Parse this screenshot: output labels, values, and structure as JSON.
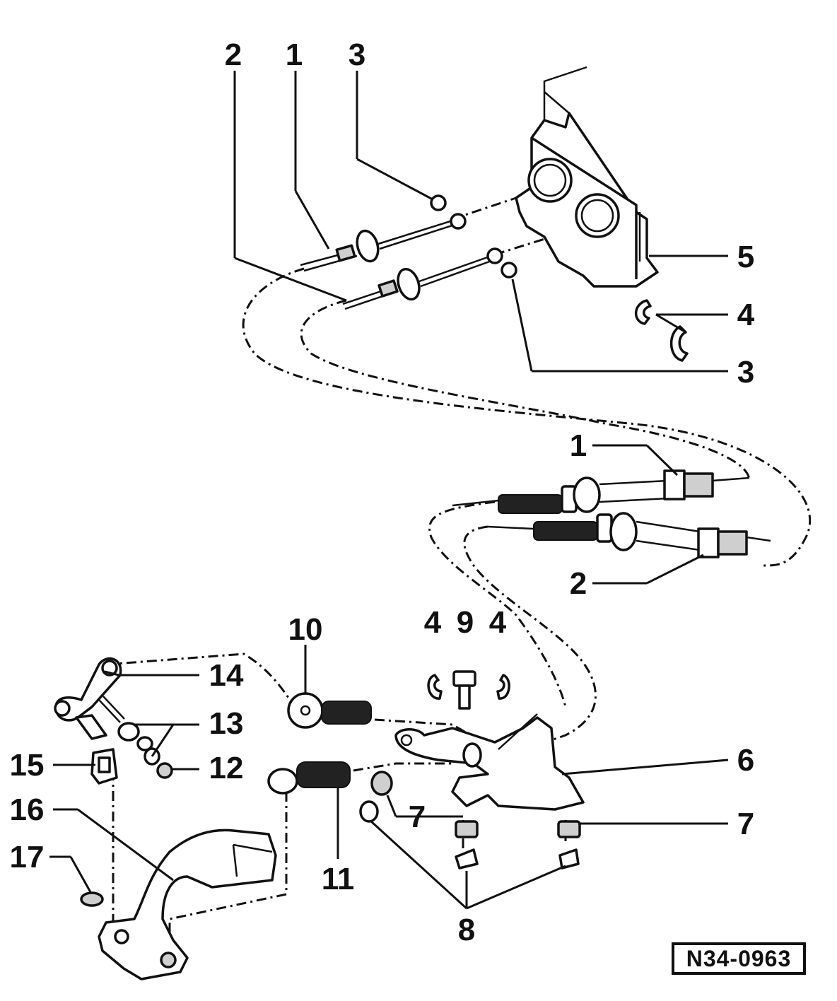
{
  "callouts": {
    "c_2_top": "2",
    "c_1_top": "1",
    "c_3_top": "3",
    "c_5": "5",
    "c_4_right": "4",
    "c_3_right": "3",
    "c_1_mid": "1",
    "c_2_mid": "2",
    "c_10": "10",
    "c_4_left": "4",
    "c_9": "9",
    "c_4_right2": "4",
    "c_14": "14",
    "c_13": "13",
    "c_12": "12",
    "c_15": "15",
    "c_6": "6",
    "c_16": "16",
    "c_7_mid": "7",
    "c_7_right": "7",
    "c_17": "17",
    "c_11": "11",
    "c_8": "8"
  },
  "reference_code": "N34-0963"
}
